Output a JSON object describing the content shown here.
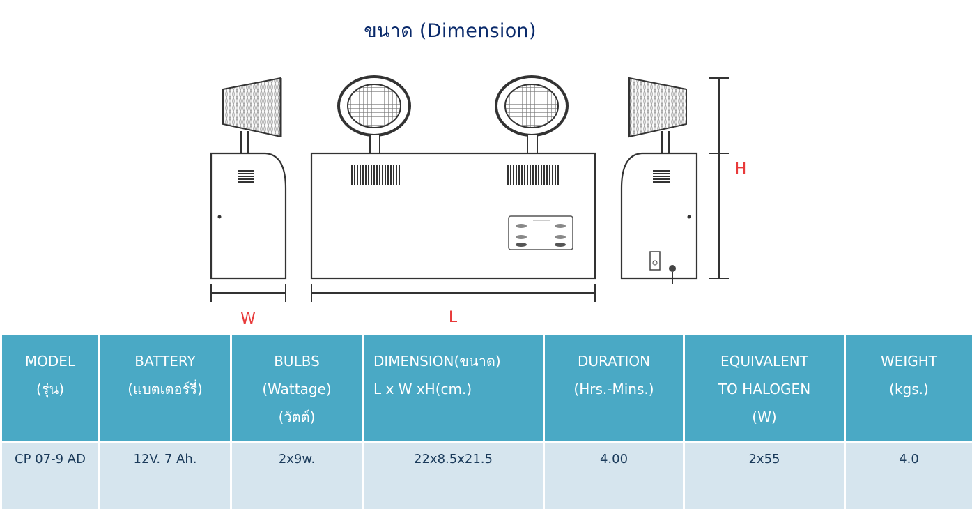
{
  "page": {
    "title": "ขนาด (Dimension)"
  },
  "diagram": {
    "label_w": "W",
    "label_l": "L",
    "label_h": "H"
  },
  "table": {
    "headers": [
      "MODEL\n(รุ่น)",
      "BATTERY\n(แบตเตอร์รี่)",
      "BULBS\n(Wattage)\n(วัตต์)",
      "DIMENSION(ขนาด)\nL x W xH(cm.)",
      "DURATION\n(Hrs.-Mins.)",
      "EQUIVALENT\nTO HALOGEN\n(W)",
      "WEIGHT\n(kgs.)"
    ],
    "rows": [
      [
        "CP 07-9 AD",
        "12V. 7 Ah.",
        "2x9w.",
        "22x8.5x21.5",
        "4.00",
        "2x55",
        "4.0"
      ]
    ]
  }
}
